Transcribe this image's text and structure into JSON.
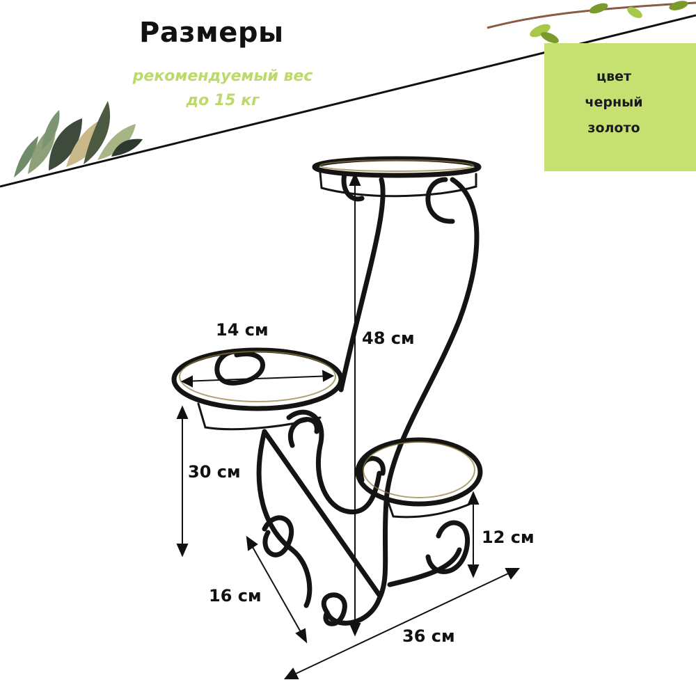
{
  "header": {
    "title": "Размеры",
    "subtitle_line1": "рекомендуемый вес",
    "subtitle_line2": "до 15 кг"
  },
  "color_panel": {
    "line1": "цвет",
    "line2": "черный",
    "line3": "золото",
    "background": "#c6e072"
  },
  "dimensions": {
    "ring_diameter": "14 см",
    "height_total": "48 см",
    "height_middle": "30 см",
    "depth": "16 см",
    "height_lower": "12 см",
    "width": "36 см"
  },
  "colors": {
    "accent_green": "#bcd96a",
    "metal": "#141414",
    "gold_tint": "#8a7a3a"
  },
  "icons": [
    "leaf-cluster-icon",
    "branch-icon",
    "plant-stand-illustration"
  ]
}
